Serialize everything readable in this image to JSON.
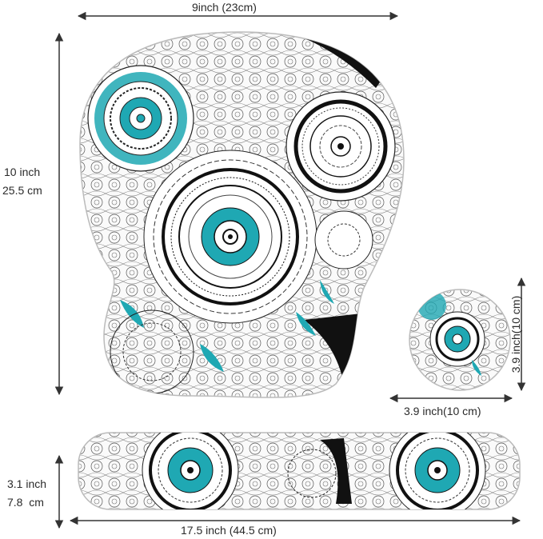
{
  "dimensions": {
    "mousepad_width": "9inch (23cm)",
    "mousepad_height_in": "10 inch",
    "mousepad_height_cm": "25.5 cm",
    "coaster_width": "3.9 inch(10 cm)",
    "coaster_height": "3.9 inch(10 cm)",
    "wristrest_height_in": "3.1 inch",
    "wristrest_height_cm": "7.8  cm",
    "wristrest_width": "17.5 inch (44.5 cm)"
  },
  "colors": {
    "accent": "#1fa8b3",
    "ink": "#1a1a1a",
    "arrow": "#333333"
  }
}
